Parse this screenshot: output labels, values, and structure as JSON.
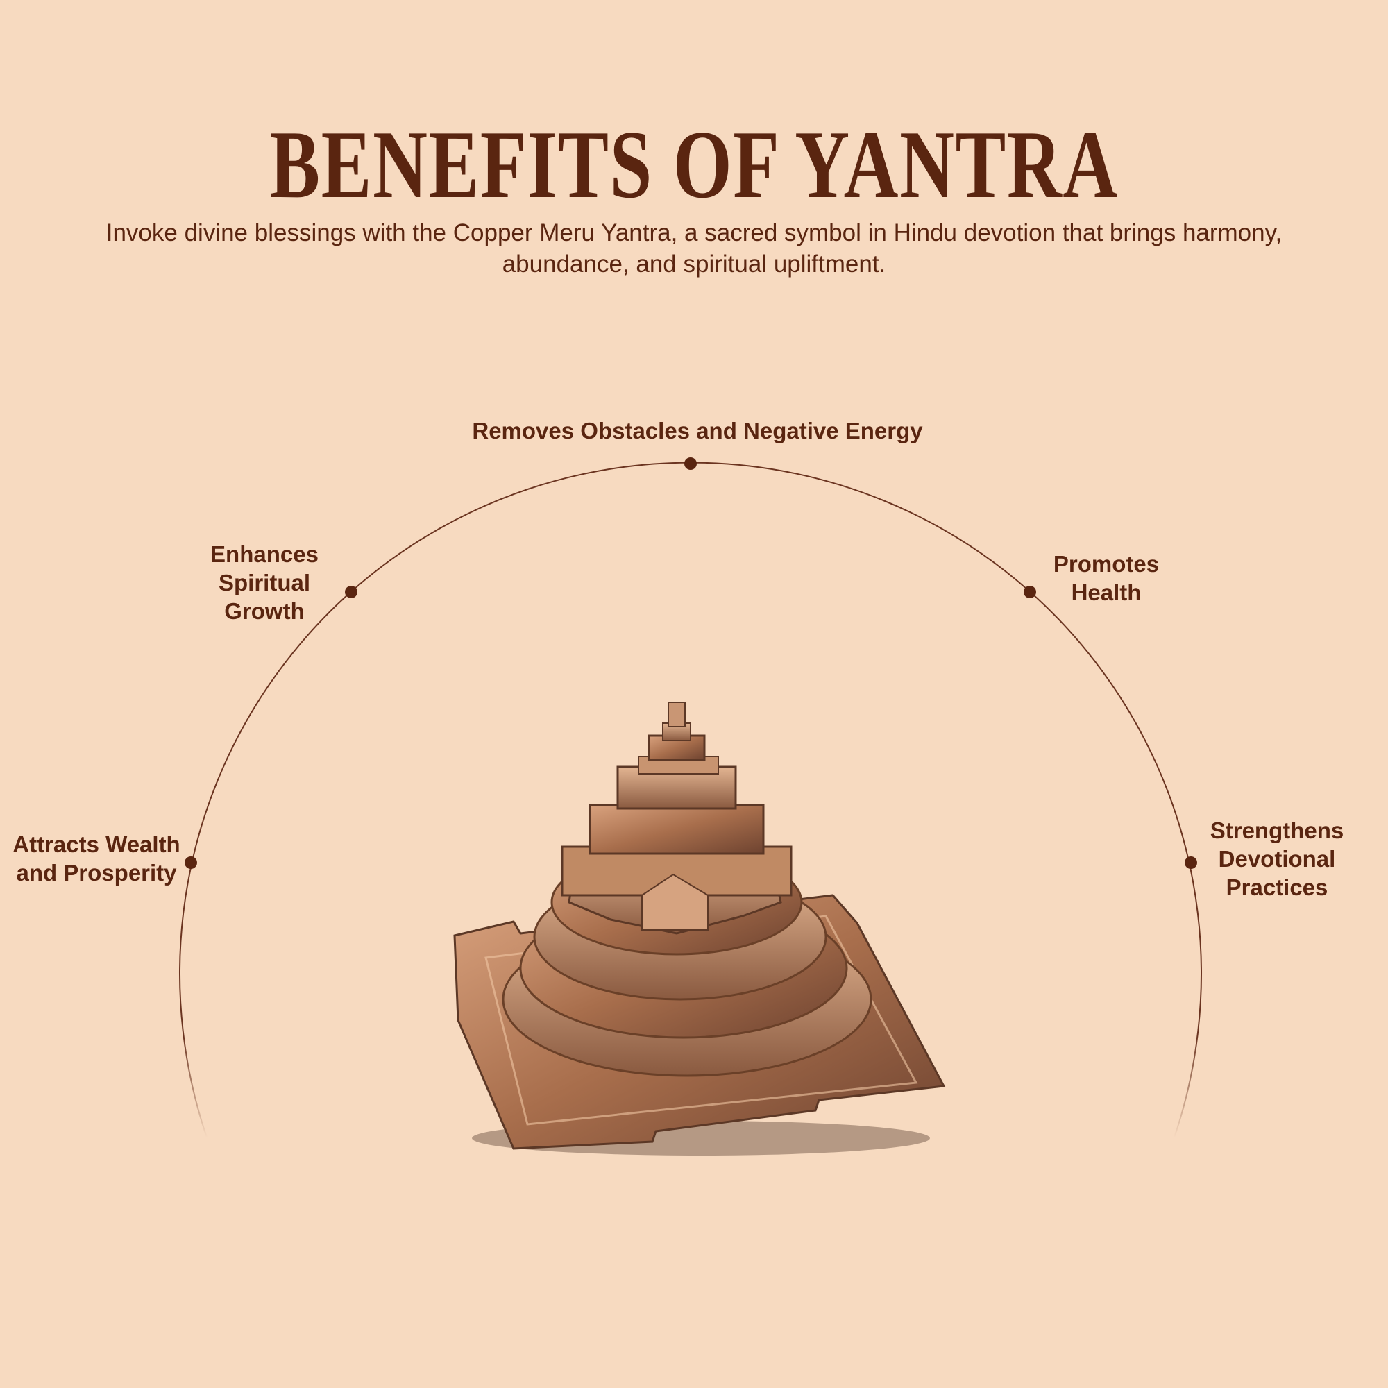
{
  "header": {
    "title": "BENEFITS OF YANTRA",
    "subtitle": "Invoke divine blessings with the Copper Meru Yantra, a sacred symbol in Hindu devotion that brings harmony, abundance, and spiritual upliftment."
  },
  "benefits": [
    {
      "label": "Removes Obstacles and Negative Energy"
    },
    {
      "label": "Enhances Spiritual Growth",
      "lines": [
        "Enhances",
        "Spiritual",
        "Growth"
      ]
    },
    {
      "label": "Promotes Health",
      "lines": [
        "Promotes",
        "Health"
      ]
    },
    {
      "label": "Attracts Wealth and Prosperity",
      "lines": [
        "Attracts Wealth",
        "and Prosperity"
      ]
    },
    {
      "label": "Strengthens Devotional Practices",
      "lines": [
        "Strengthens",
        "Devotional",
        "Practices"
      ]
    }
  ],
  "colors": {
    "background": "#f7dac0",
    "text": "#5a2510",
    "copper": "#b07a55"
  }
}
